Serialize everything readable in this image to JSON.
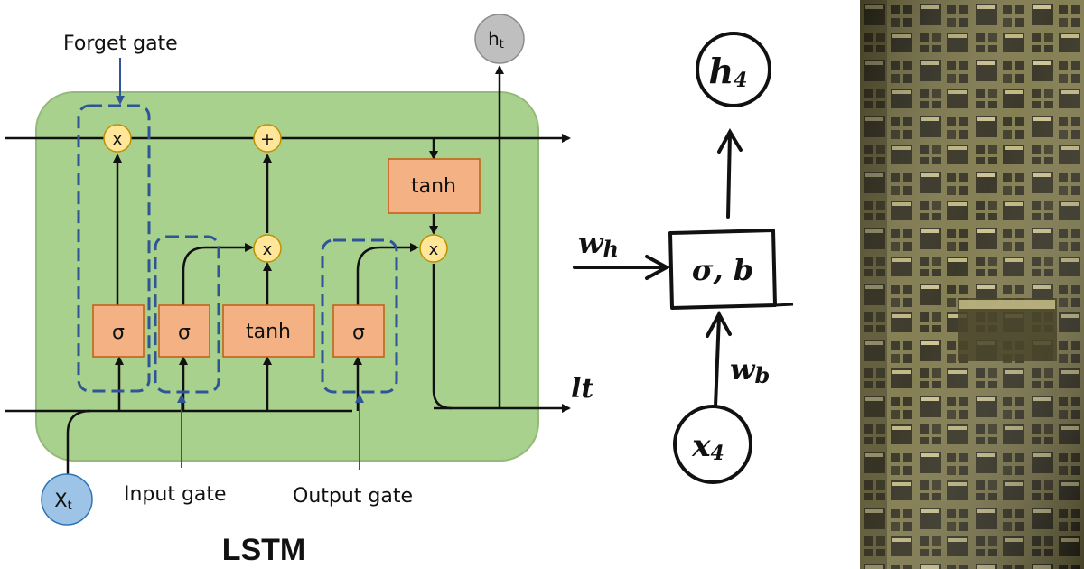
{
  "lstm": {
    "title": "LSTM",
    "forget_gate_label": "Forget gate",
    "input_gate_label": "Input gate",
    "output_gate_label": "Output gate",
    "output_node": "h",
    "output_sub": "t",
    "input_node": "X",
    "input_sub": "t",
    "sigma": "σ",
    "tanh": "tanh",
    "mult": "x",
    "add": "+"
  },
  "handwritten": {
    "output_node": "h",
    "output_sub": "4",
    "neuron_label": "σ, b",
    "left_weight": "w",
    "left_weight_sub": "h",
    "bottom_weight": "w",
    "bottom_weight_sub": "b",
    "input_node": "x",
    "input_sub": "4",
    "edge_text": "lt"
  },
  "colors": {
    "cell_fill": "#a9d18e",
    "cell_stroke": "#95b97a",
    "box_fill": "#f4b183",
    "box_stroke": "#c55a11",
    "op_fill": "#ffe699",
    "op_stroke": "#bf9000",
    "gate_dash": "#2f5597",
    "input_node": "#9dc3e6",
    "output_node": "#bfbfbf",
    "texture_base": "#6f6a3c",
    "texture_light": "#b8b07a",
    "texture_dark": "#2a2716"
  }
}
